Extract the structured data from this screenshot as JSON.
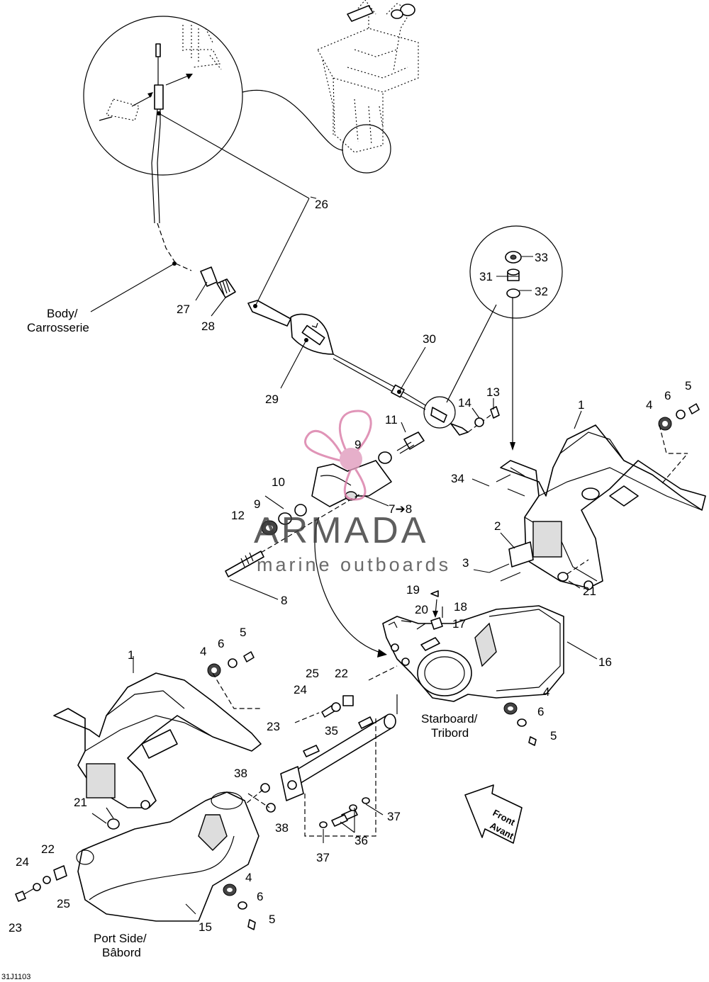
{
  "diagram": {
    "figure_code": "31J1103",
    "watermark": {
      "title": "ARMADA",
      "subtitle": "marine outboards",
      "accent": "#d97aa6"
    },
    "captions": {
      "body": [
        "Body/",
        "Carrosserie"
      ],
      "starboard": [
        "Starboard/",
        "Tribord"
      ],
      "port": [
        "Port Side/",
        "Bâbord"
      ],
      "front": [
        "Front",
        "Avant"
      ]
    },
    "callouts": [
      "26",
      "33",
      "31",
      "32",
      "27",
      "28",
      "30",
      "29",
      "13",
      "14",
      "11",
      "1",
      "4",
      "6",
      "5",
      "9",
      "34",
      "10",
      "7➔8",
      "9",
      "12",
      "2",
      "3",
      "21",
      "8",
      "19",
      "20",
      "18",
      "17",
      "16",
      "1",
      "4",
      "6",
      "5",
      "25",
      "22",
      "24",
      "23",
      "35",
      "4",
      "6",
      "5",
      "38",
      "38",
      "21",
      "37",
      "36",
      "37",
      "22",
      "24",
      "25",
      "23",
      "4",
      "6",
      "5",
      "15"
    ]
  }
}
